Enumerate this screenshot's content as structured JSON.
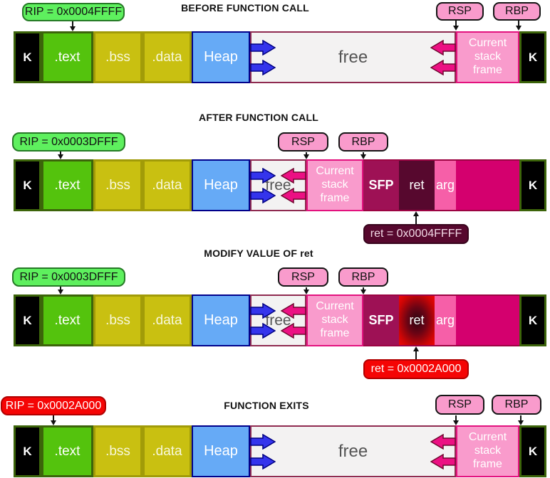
{
  "colors": {
    "rip_green": "#5ef05e",
    "alert_red": "#f50505",
    "register_badge_pink": "#f99bcc",
    "kernel_black": "#000000",
    "text_segment_green": "#54c30d",
    "bss_data_yellow": "#c9c011",
    "heap_blue": "#66aaf6",
    "free_gray": "#f3f2f2",
    "stack_frame_pink": "#f99bcc",
    "sfp_maroon": "#9e1155",
    "ret_dark_maroon": "#57082e",
    "arg_hot_pink": "#f65fa8",
    "stack_fill_magenta": "#d4006e",
    "heap_arrow_blue": "#3434ec",
    "stack_arrow_pink": "#ec1083"
  },
  "rows": [
    {
      "title": "BEFORE FUNCTION CALL",
      "rip": "RIP = 0x0004FFFF",
      "rsp": "RSP",
      "rbp": "RBP",
      "segments": {
        "kernel_left": "K",
        "text": ".text",
        "bss": ".bss",
        "data": ".data",
        "heap": "Heap",
        "free": "free",
        "stack_frame": "Current stack frame",
        "kernel_right": "K"
      }
    },
    {
      "title": "AFTER FUNCTION CALL",
      "rip": "RIP = 0x0003DFFF",
      "rsp": "RSP",
      "rbp": "RBP",
      "ret_note": "ret = 0x0004FFFF",
      "segments": {
        "kernel_left": "K",
        "text": ".text",
        "bss": ".bss",
        "data": ".data",
        "heap": "Heap",
        "free": "free",
        "stack_frame": "Current stack frame",
        "sfp": "SFP",
        "ret": "ret",
        "arg": "arg",
        "kernel_right": "K"
      }
    },
    {
      "title": "MODIFY VALUE OF ret",
      "rip": "RIP = 0x0003DFFF",
      "rsp": "RSP",
      "rbp": "RBP",
      "ret_note": "ret = 0x0002A000",
      "segments": {
        "kernel_left": "K",
        "text": ".text",
        "bss": ".bss",
        "data": ".data",
        "heap": "Heap",
        "free": "free",
        "stack_frame": "Current stack frame",
        "sfp": "SFP",
        "ret": "ret",
        "arg": "arg",
        "kernel_right": "K"
      }
    },
    {
      "title": "FUNCTION EXITS",
      "rip": "RIP = 0x0002A000",
      "rsp": "RSP",
      "rbp": "RBP",
      "segments": {
        "kernel_left": "K",
        "text": ".text",
        "bss": ".bss",
        "data": ".data",
        "heap": "Heap",
        "free": "free",
        "stack_frame": "Current stack frame",
        "kernel_right": "K"
      }
    }
  ]
}
